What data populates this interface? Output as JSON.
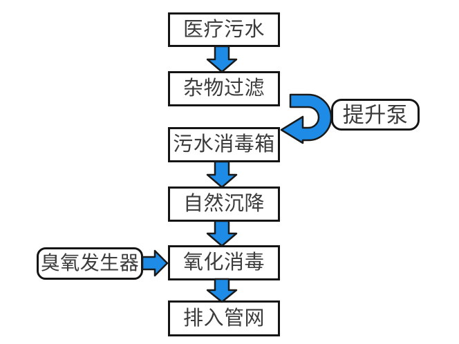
{
  "colors": {
    "background": "#ffffff",
    "box_fill": "#ffffff",
    "box_border": "#141414",
    "text": "#3b3b3b",
    "arrow_fill": "#1e8ce6",
    "arrow_outline": "#1a1a1a"
  },
  "flowchart": {
    "main_flow": [
      {
        "label": "医疗污水"
      },
      {
        "label": "杂物过滤"
      },
      {
        "label": "污水消毒箱"
      },
      {
        "label": "自然沉降"
      },
      {
        "label": "氧化消毒"
      },
      {
        "label": "排入管网"
      }
    ],
    "side_nodes": {
      "lift_pump": {
        "label": "提升泵"
      },
      "ozone_generator": {
        "label": "臭氧发生器"
      }
    },
    "edges": [
      {
        "from": "医疗污水",
        "to": "杂物过滤",
        "style": "block-arrow-down"
      },
      {
        "from": "杂物过滤",
        "to": "污水消毒箱",
        "style": "curved-block-arrow-right",
        "via": "提升泵"
      },
      {
        "from": "污水消毒箱",
        "to": "自然沉降",
        "style": "block-arrow-down"
      },
      {
        "from": "自然沉降",
        "to": "氧化消毒",
        "style": "block-arrow-down"
      },
      {
        "from": "臭氧发生器",
        "to": "氧化消毒",
        "style": "block-arrow-right"
      },
      {
        "from": "氧化消毒",
        "to": "排入管网",
        "style": "block-arrow-down"
      }
    ]
  }
}
